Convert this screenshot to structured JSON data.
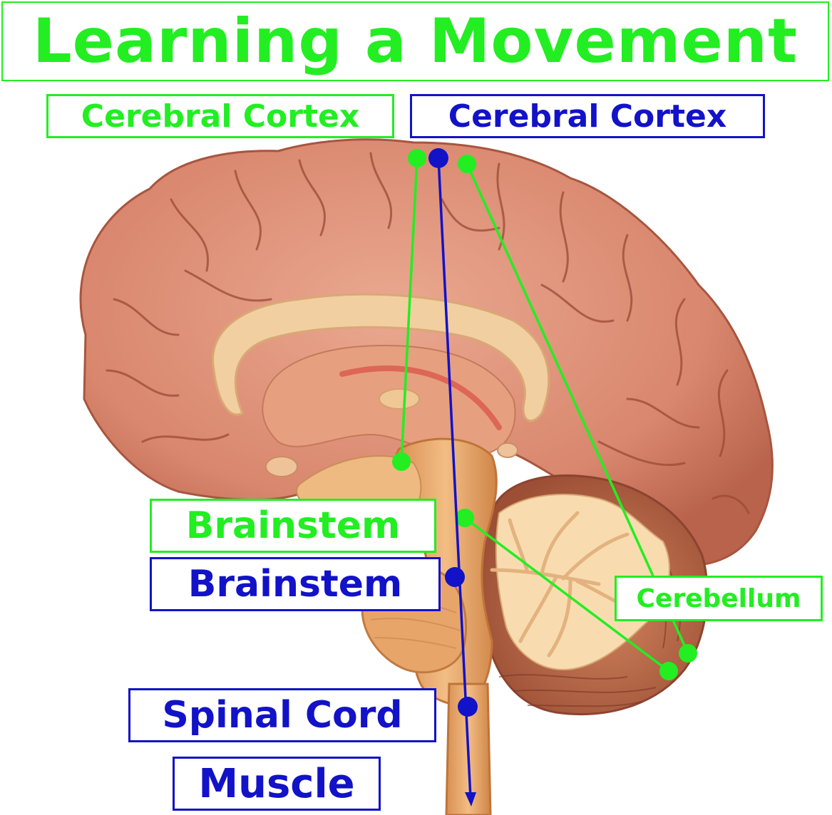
{
  "title": "Learning a Movement",
  "labels": {
    "cerebral_cortex_green": "Cerebral Cortex",
    "cerebral_cortex_blue": "Cerebral Cortex",
    "brainstem_green": "Brainstem",
    "brainstem_blue": "Brainstem",
    "cerebellum_green": "Cerebellum",
    "spinal_cord_blue": "Spinal Cord",
    "muscle_blue": "Muscle"
  },
  "colors": {
    "green_pathway": "#22ee22",
    "blue_pathway": "#1212c8",
    "brain_tissue": "#d9876e",
    "brain_outline": "#b4604a",
    "corpus_callosum": "#f2cfa0",
    "brainstem": "#e9a868",
    "cerebellum_white": "#f8dcb0"
  },
  "icons": [
    "brain-sagittal-illustration",
    "arrow-down-icon"
  ]
}
